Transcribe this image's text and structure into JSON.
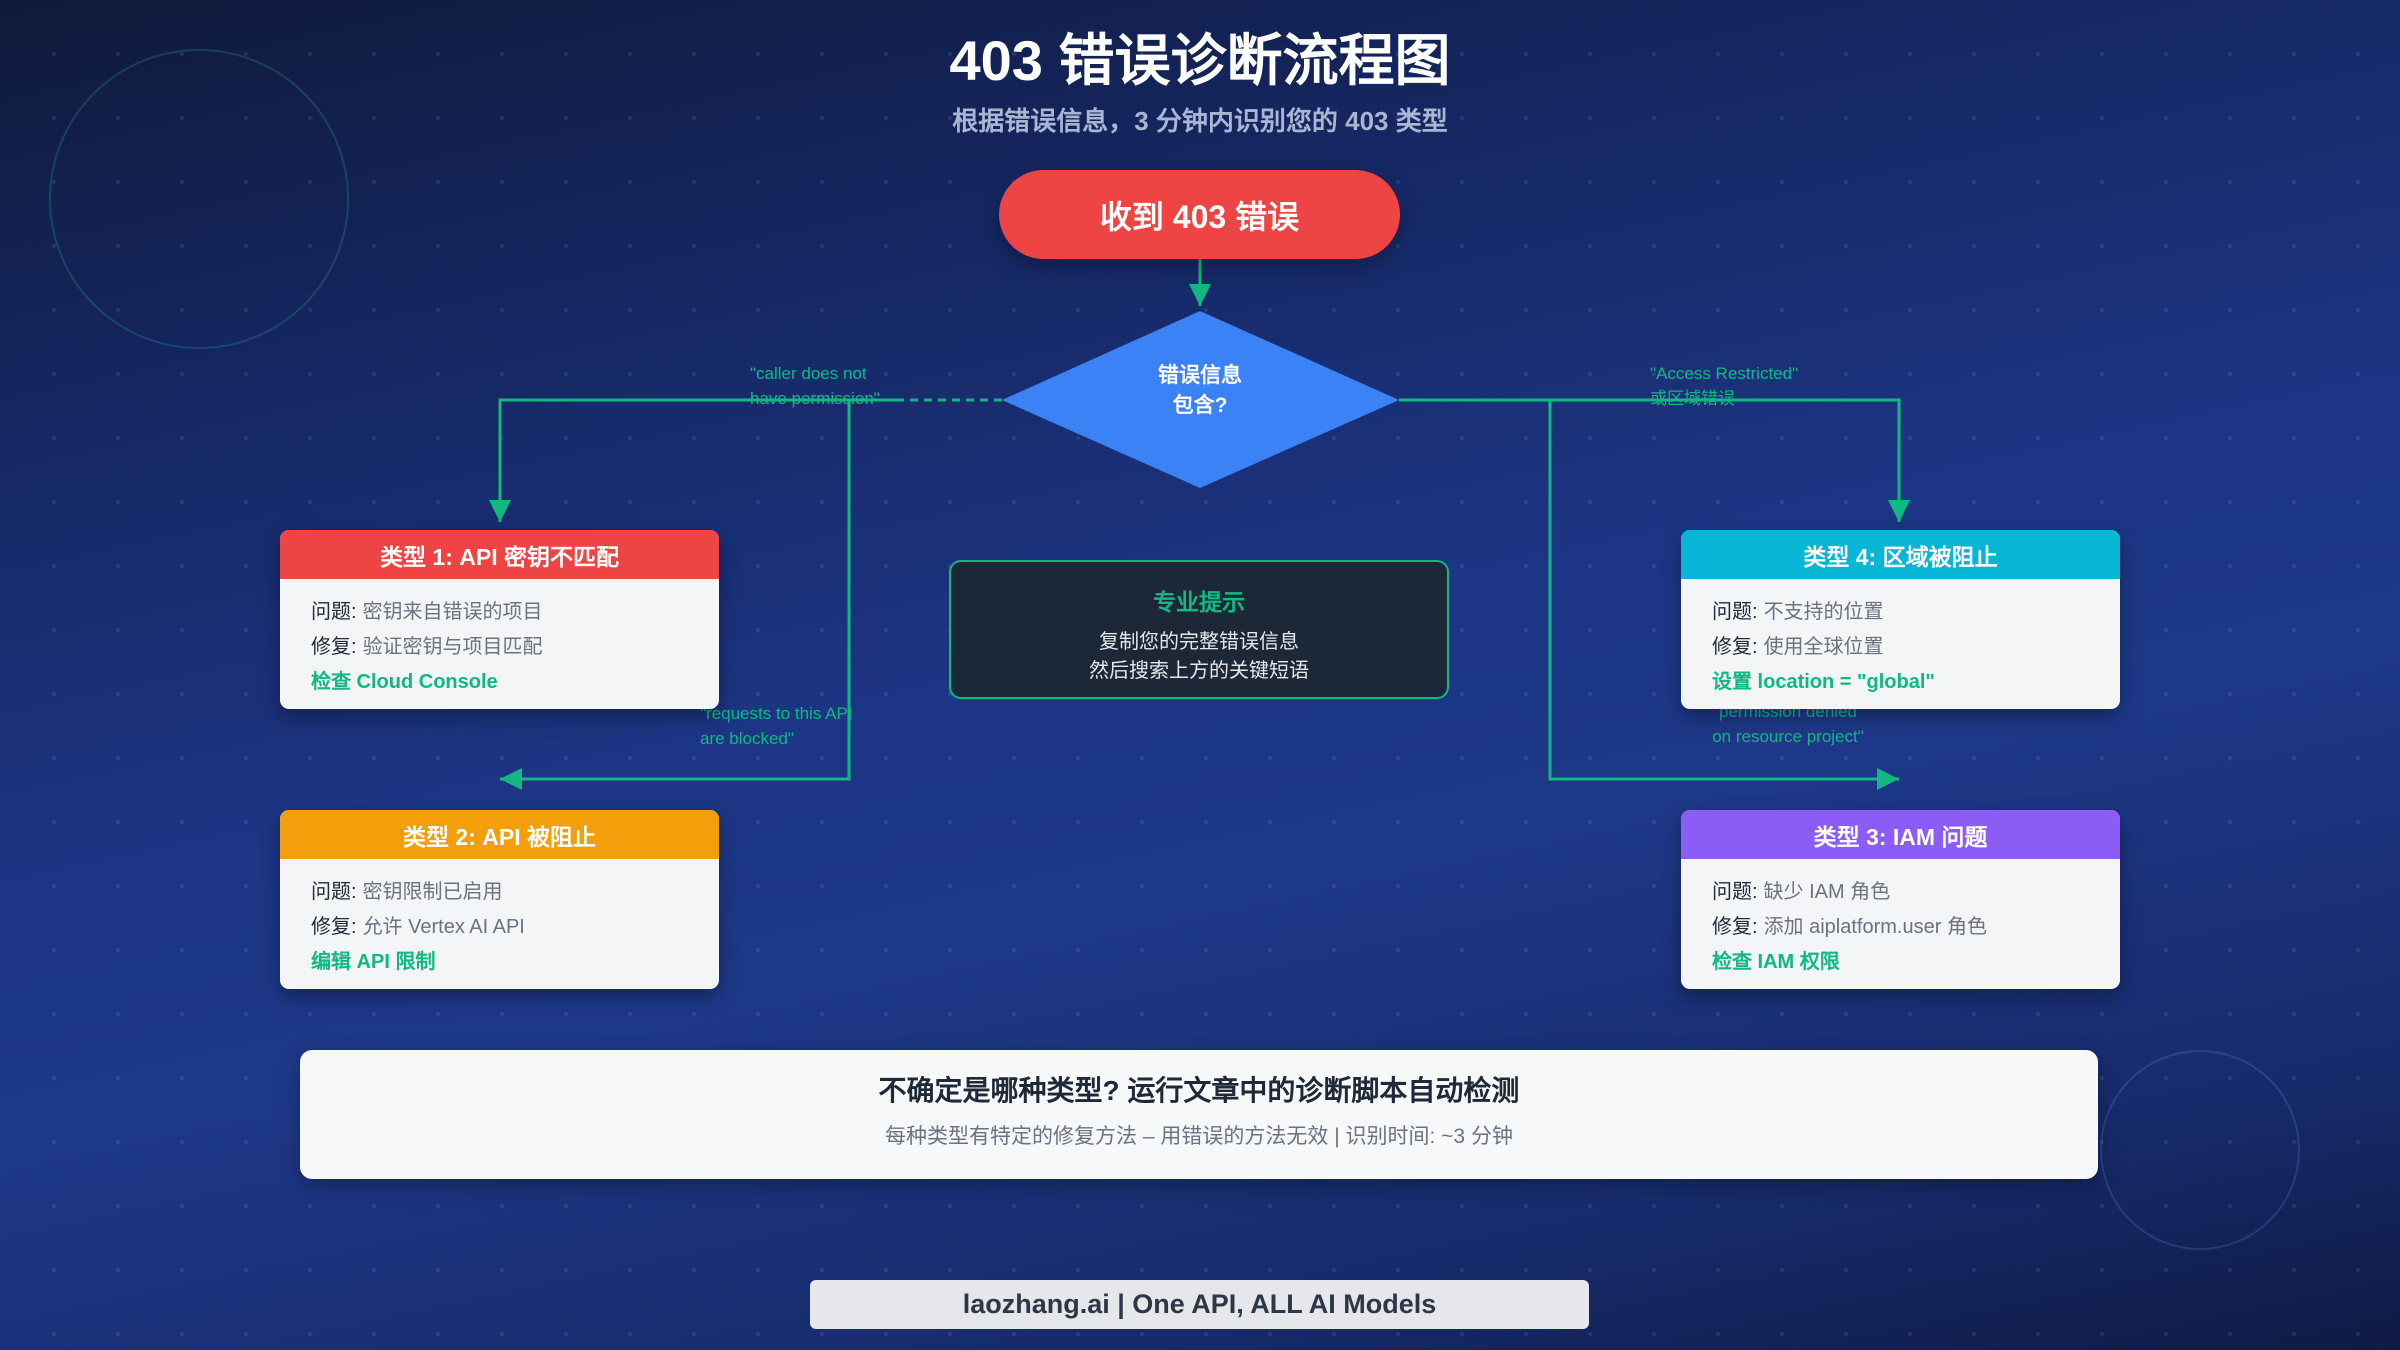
{
  "colors": {
    "start_node": "#ef4444",
    "decision_node": "#3b82f6",
    "connector": "#10b981"
  },
  "header": {
    "title": "403 错误诊断流程图",
    "subtitle": "根据错误信息，3 分钟内识别您的 403 类型"
  },
  "start_node": {
    "label": "收到 403 错误"
  },
  "decision_node": {
    "line1": "错误信息",
    "line2": "包含?"
  },
  "edge_labels": {
    "caller": {
      "line1": "\"caller does not",
      "line2": "have permission\""
    },
    "access": {
      "line1": "\"Access Restricted\"",
      "line2": "或区域错误"
    },
    "blocked": {
      "line1": "\"requests to this API",
      "line2": "are blocked\""
    },
    "iam": {
      "line1": "permission denied",
      "line2": "on resource project\""
    }
  },
  "cards": [
    {
      "title": "类型 1: API 密钥不匹配",
      "color": "#ef4444",
      "problem_label": "问题:",
      "problem": "密钥来自错误的项目",
      "fix_label": "修复:",
      "fix": "验证密钥与项目匹配",
      "action": "检查 Cloud Console"
    },
    {
      "title": "类型 2: API 被阻止",
      "color": "#f59e0b",
      "problem_label": "问题:",
      "problem": "密钥限制已启用",
      "fix_label": "修复:",
      "fix": "允许 Vertex AI API",
      "action": "编辑 API 限制"
    },
    {
      "title": "类型 3: IAM 问题",
      "color": "#8b5cf6",
      "problem_label": "问题:",
      "problem": "缺少 IAM 角色",
      "fix_label": "修复:",
      "fix": "添加 aiplatform.user 角色",
      "action": "检查 IAM 权限"
    },
    {
      "title": "类型 4: 区域被阻止",
      "color": "#06b6d4",
      "problem_label": "问题:",
      "problem": "不支持的位置",
      "fix_label": "修复:",
      "fix": "使用全球位置",
      "action": "设置 location = \"global\""
    }
  ],
  "tip": {
    "title": "专业提示",
    "line1": "复制您的完整错误信息",
    "line2": "然后搜索上方的关键短语"
  },
  "bottom_note": {
    "title": "不确定是哪种类型? 运行文章中的诊断脚本自动检测",
    "subtitle": "每种类型有特定的修复方法 – 用错误的方法无效 | 识别时间: ~3 分钟"
  },
  "footer": {
    "label": "laozhang.ai | One API, ALL AI Models"
  }
}
